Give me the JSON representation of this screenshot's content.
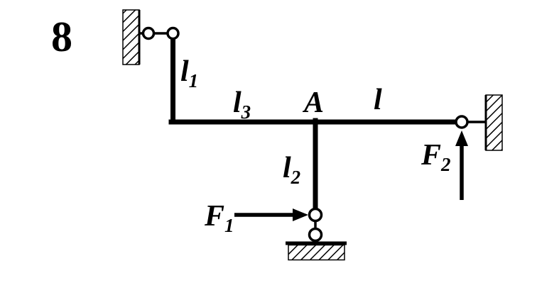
{
  "figure": {
    "number": "8"
  },
  "colors": {
    "ink": "#000000",
    "background": "#ffffff"
  },
  "labels": {
    "l1": {
      "main": "l",
      "sub": "1"
    },
    "l3": {
      "main": "l",
      "sub": "3"
    },
    "l2": {
      "main": "l",
      "sub": "2"
    },
    "l_plain": "l",
    "point_a": "A",
    "f1": {
      "main": "F",
      "sub": "1"
    },
    "f2": {
      "main": "F",
      "sub": "2"
    }
  }
}
